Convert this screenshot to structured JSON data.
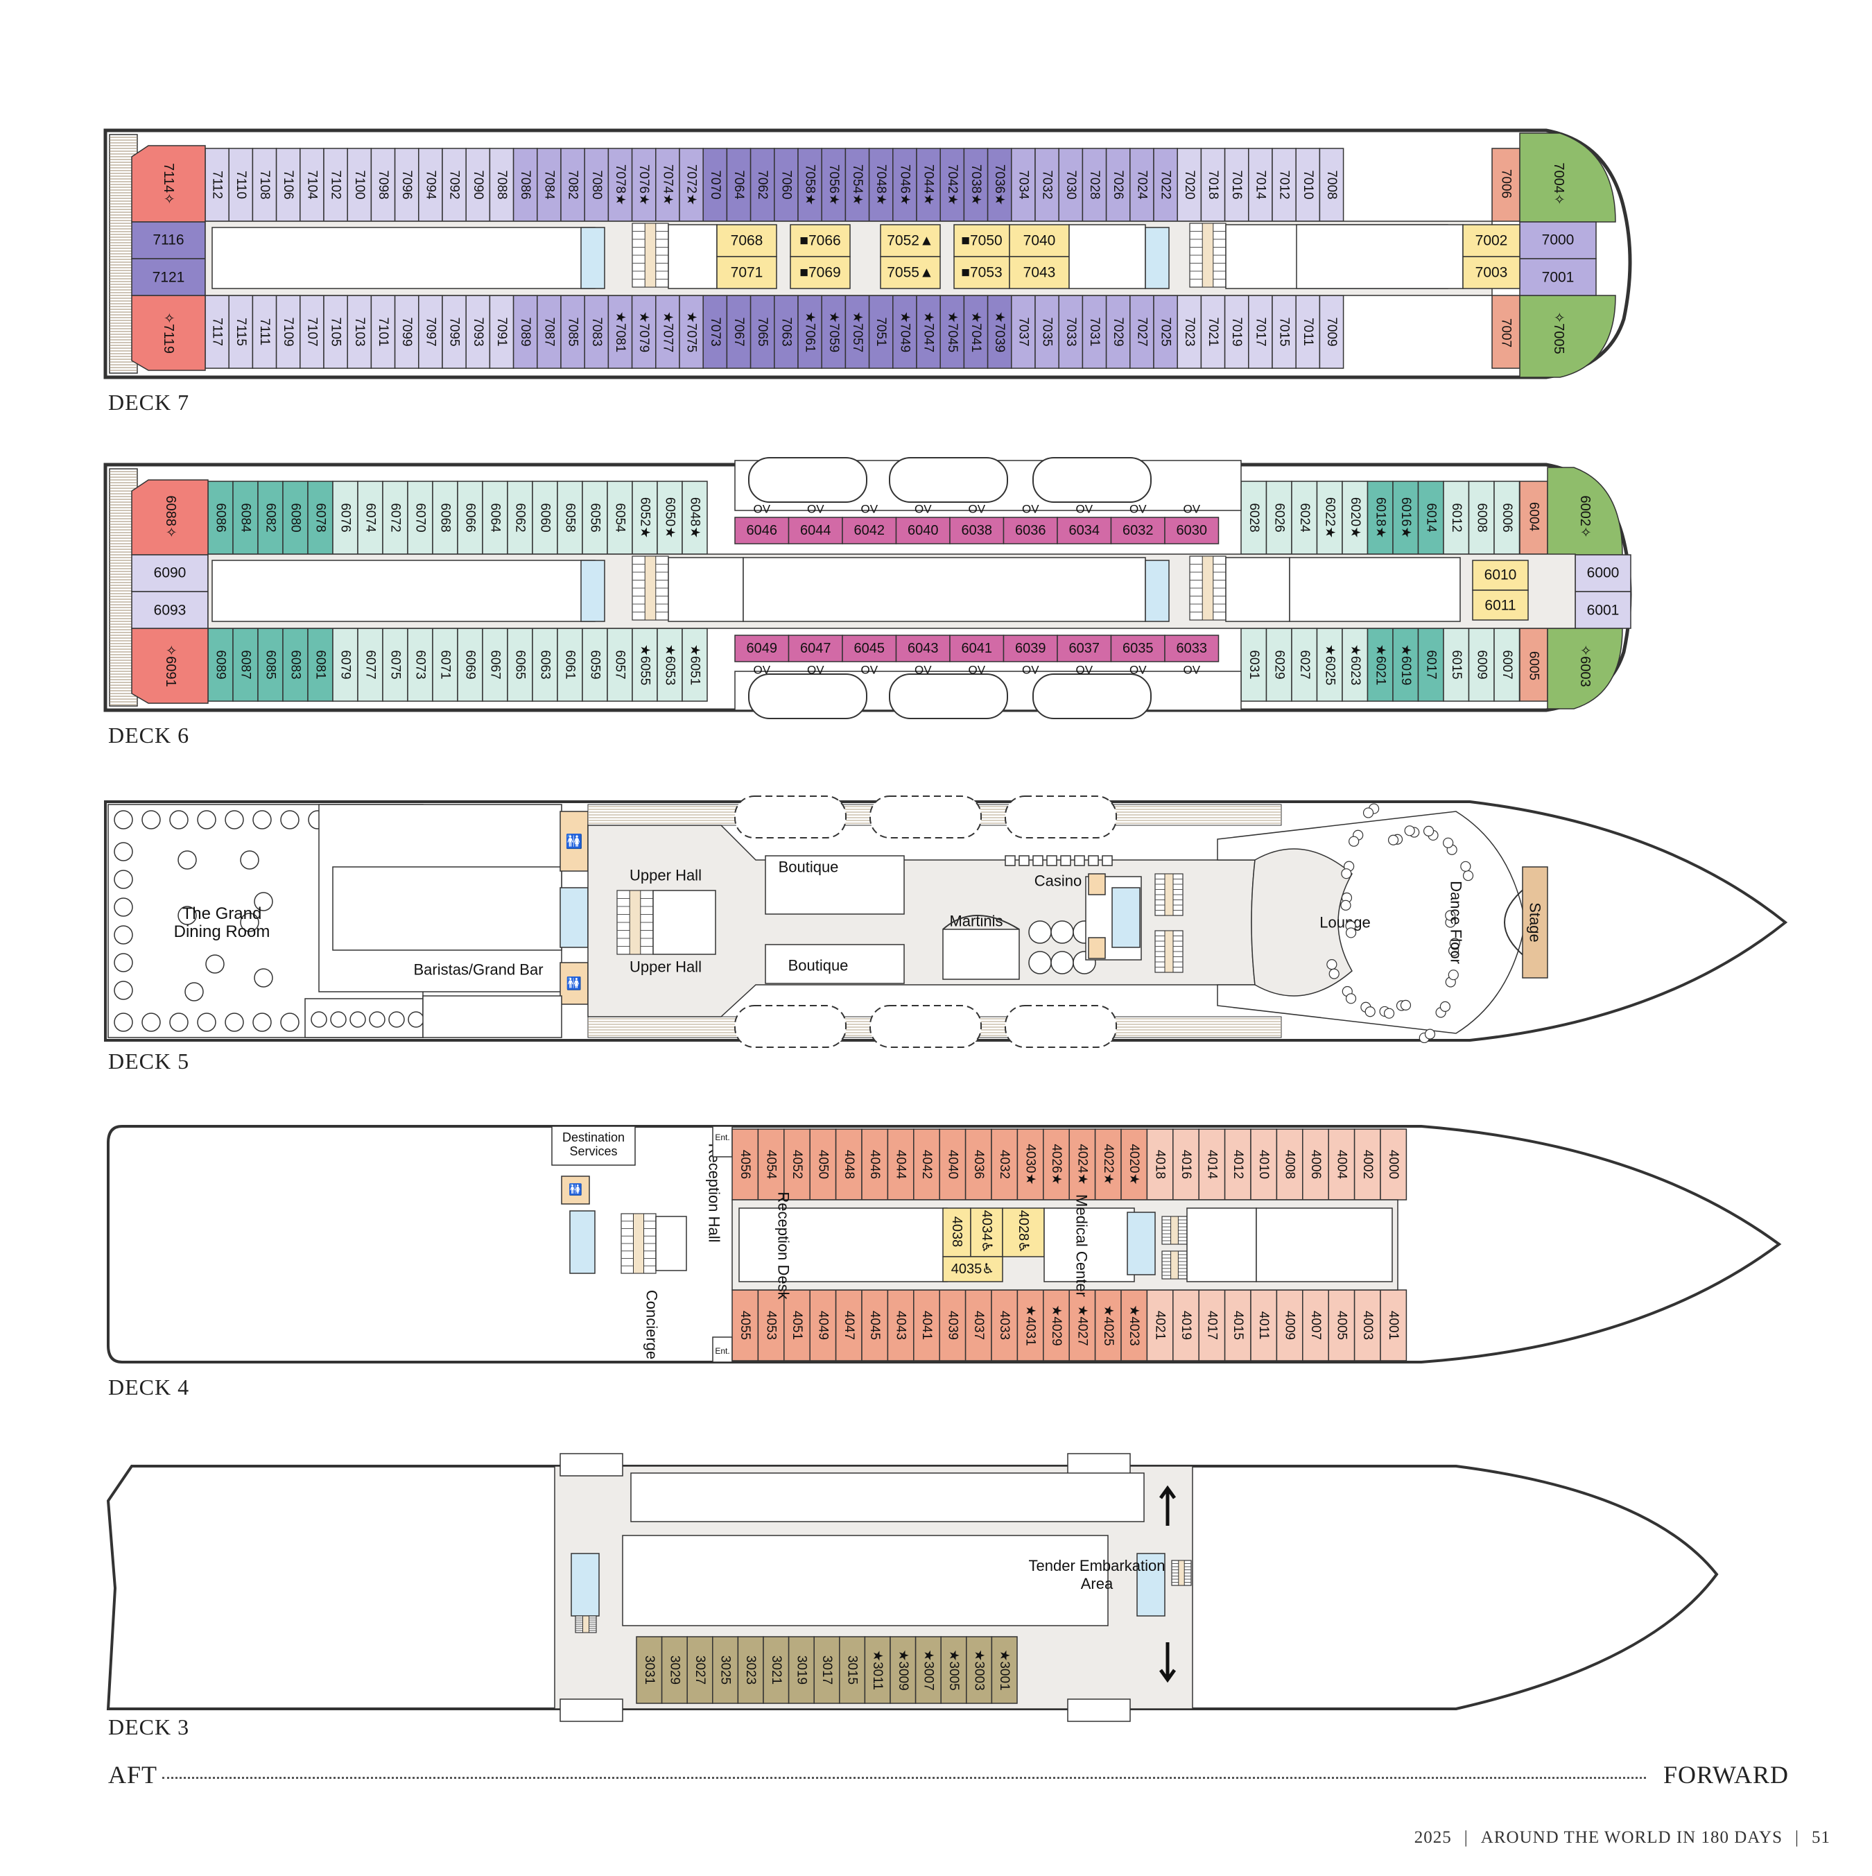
{
  "colors": {
    "suite_red": "#f08079",
    "owner_green": "#8fbd6b",
    "vista_peach": "#eda58f",
    "lavender_light": "#d8d4ee",
    "lavender": "#b6addf",
    "purple": "#8f84c8",
    "yellow": "#fbe7a0",
    "teal_light": "#d6ede6",
    "teal": "#6bbfaf",
    "magenta": "#d26aa6",
    "salmon": "#f0a58c",
    "salmon_light": "#f6cbbb",
    "olive": "#b8ab80",
    "elevator": "#cfe8f5"
  },
  "icons": {
    "elevator": "elevator-icon",
    "stairs": "stairs-icon",
    "restroom": "restroom-icon",
    "accessible": "accessible-icon",
    "star": "star-icon",
    "square": "square-icon",
    "triangle": "triangle-icon",
    "connecting": "connecting-icon",
    "sparkle": "sparkle-icon"
  },
  "decks": {
    "d7": {
      "label": "DECK 7",
      "top": [
        "7112",
        "7110",
        "7108",
        "7106",
        "7104",
        "7102",
        "7100",
        "7098",
        "7096",
        "7094",
        "7092",
        "7090",
        "7088",
        "7086",
        "7084",
        "7082",
        "7080",
        "7078★",
        "7076★",
        "7074★",
        "7072★",
        "7070",
        "7064",
        "7062",
        "7060",
        "7058★",
        "7056★",
        "7054★",
        "7048★",
        "7046★",
        "7044★",
        "7042★",
        "7038★",
        "7036★",
        "7034",
        "7032",
        "7030",
        "7028",
        "7026",
        "7024",
        "7022",
        "7020",
        "7018",
        "7016",
        "7014",
        "7012",
        "7010",
        "7008"
      ],
      "bottom": [
        "7117",
        "7115",
        "7111",
        "7109",
        "7107",
        "7105",
        "7103",
        "7101",
        "7099",
        "7097",
        "7095",
        "7093",
        "7091",
        "7089",
        "7087",
        "7085",
        "7083",
        "★7081",
        "★7079",
        "★7077",
        "★7075",
        "7073",
        "7067",
        "7065",
        "7063",
        "★7061",
        "★7059",
        "★7057",
        "7051",
        "★7049",
        "★7047",
        "★7045",
        "★7041",
        "★7039",
        "7037",
        "7035",
        "7033",
        "7031",
        "7029",
        "7027",
        "7025",
        "7023",
        "7021",
        "7019",
        "7017",
        "7015",
        "7011",
        "7009"
      ],
      "aft_top": "7114✧",
      "aft_bottom": "✧7119",
      "aft_mid": [
        "7116",
        "7121"
      ],
      "fwd_top": "7004✧",
      "fwd_bottom": "✧7005",
      "fwd_mid": [
        "7000",
        "7001"
      ],
      "vista_top": "7006",
      "vista_bottom": "7007",
      "inner_fwd": [
        "7002",
        "7003"
      ],
      "inner": [
        [
          "7068",
          "7071"
        ],
        [
          "■7066",
          "■7069"
        ],
        [
          "7052▲",
          "7055▲"
        ],
        [
          "■7050",
          "■7053"
        ],
        [
          "7040",
          "7043"
        ]
      ]
    },
    "d6": {
      "label": "DECK 6",
      "top_aft": [
        "6086",
        "6084",
        "6082",
        "6080",
        "6078",
        "6076",
        "6074",
        "6072",
        "6070",
        "6068",
        "6066",
        "6064",
        "6062",
        "6060",
        "6058",
        "6056",
        "6054",
        "6052★",
        "6050★",
        "6048★"
      ],
      "bottom_aft": [
        "6089",
        "6087",
        "6085",
        "6083",
        "6081",
        "6079",
        "6077",
        "6075",
        "6073",
        "6071",
        "6069",
        "6067",
        "6065",
        "6063",
        "6061",
        "6059",
        "6057",
        "★6055",
        "★6053",
        "★6051"
      ],
      "top_fwd": [
        "6028",
        "6026",
        "6024",
        "6022★",
        "6020★",
        "6018★",
        "6016★",
        "6014",
        "6012",
        "6008",
        "6006"
      ],
      "bottom_fwd": [
        "6031",
        "6029",
        "6027",
        "★6025",
        "★6023",
        "★6021",
        "★6019",
        "6017",
        "6015",
        "6009",
        "6007"
      ],
      "mid_top": [
        "6046",
        "6044",
        "6042",
        "6040",
        "6038",
        "6036",
        "6034",
        "6032",
        "6030"
      ],
      "mid_bottom": [
        "6049",
        "6047",
        "6045",
        "6043",
        "6041",
        "6039",
        "6037",
        "6035",
        "6033"
      ],
      "ov": "OV",
      "aft_top": "6088✧",
      "aft_bottom": "✧6091",
      "aft_mid": [
        "6090",
        "6093"
      ],
      "fwd_top": "6002✧",
      "fwd_bottom": "✧6003",
      "fwd_mid": [
        "6000",
        "6001"
      ],
      "vista_top": "6004",
      "vista_bottom": "6005",
      "inner_fwd": [
        "6010",
        "6011"
      ]
    },
    "d5": {
      "label": "DECK 5",
      "dining": "The Grand Dining Room",
      "baristas": "Baristas/Grand Bar",
      "upper_hall": "Upper Hall",
      "boutique": "Boutique",
      "casino": "Casino",
      "martinis": "Martinis",
      "lounge": "Lounge",
      "dance": "Dance Floor",
      "stage": "Stage"
    },
    "d4": {
      "label": "DECK 4",
      "top": [
        "4056",
        "4054",
        "4052",
        "4050",
        "4048",
        "4046",
        "4044",
        "4042",
        "4040",
        "4036",
        "4032",
        "4030★",
        "4026★",
        "4024★",
        "4022★",
        "4020★",
        "4018",
        "4016",
        "4014",
        "4012",
        "4010",
        "4008",
        "4006",
        "4004",
        "4002",
        "4000"
      ],
      "bottom": [
        "4055",
        "4053",
        "4051",
        "4049",
        "4047",
        "4045",
        "4043",
        "4041",
        "4039",
        "4037",
        "4033",
        "★4031",
        "★4029",
        "★4027",
        "★4025",
        "★4023",
        "4021",
        "4019",
        "4017",
        "4015",
        "4011",
        "4009",
        "4007",
        "4005",
        "4003",
        "4001"
      ],
      "dest": "Destination Services",
      "reception_hall": "Reception Hall",
      "reception_desk": "Reception Desk",
      "concierge": "Concierge",
      "medical": "Medical Center",
      "ent": "Ent.",
      "inner": [
        "4038",
        "4034♿",
        "4028♿",
        "4035♿"
      ]
    },
    "d3": {
      "label": "DECK 3",
      "cabins": [
        "3031",
        "3029",
        "3027",
        "3025",
        "3023",
        "3021",
        "3019",
        "3017",
        "3015",
        "★3011",
        "★3009",
        "★3007",
        "★3005",
        "★3003",
        "★3001"
      ],
      "tender": "Tender Embarkation Area"
    }
  },
  "direction": {
    "aft": "AFT",
    "forward": "FORWARD"
  },
  "footer": {
    "year": "2025",
    "title": "AROUND THE WORLD IN 180 DAYS",
    "page": "51"
  }
}
